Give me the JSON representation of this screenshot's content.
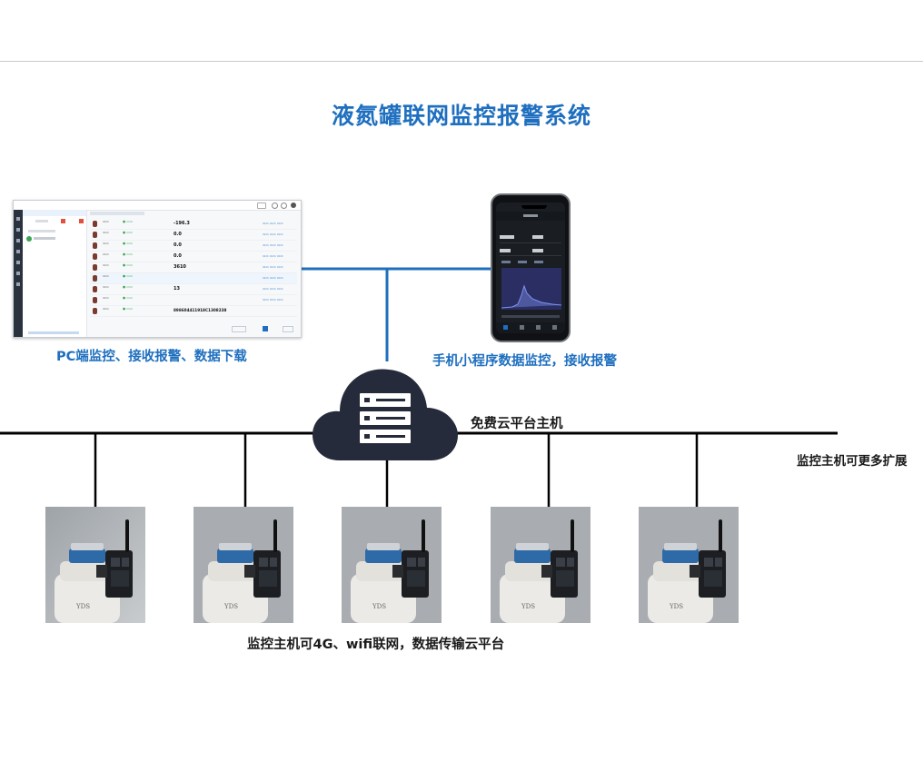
{
  "title": "液氮罐联网监控报警系统",
  "captions": {
    "pc": "PC端监控、接收报警、数据下载",
    "phone": "手机小程序数据监控，接收报警",
    "cloud": "免费云平台主机",
    "expand": "监控主机可更多扩展",
    "bottom": "监控主机可4G、wifi联网，数据传输云平台"
  },
  "pc_screen": {
    "values": [
      "-196.3",
      "0.0",
      "0.0",
      "0.0",
      "3610",
      "",
      "13",
      "898604411918C1308238"
    ]
  },
  "device_label": "YDS",
  "colors": {
    "accent": "#1e6fbf",
    "cloud": "#262b3b",
    "line": "#000000"
  }
}
